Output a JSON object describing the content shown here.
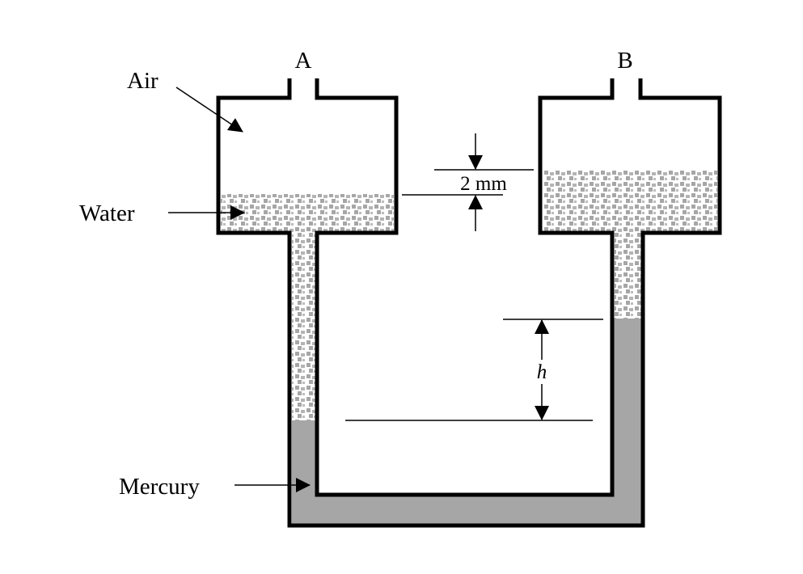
{
  "labels": {
    "tank_a": "A",
    "tank_b": "B",
    "air": "Air",
    "water": "Water",
    "mercury": "Mercury",
    "level_difference": "2 mm",
    "height": "h"
  },
  "colors": {
    "mercury": "#a6a6a6",
    "water_pattern": "#a6a6a6",
    "walls": "#000000"
  }
}
